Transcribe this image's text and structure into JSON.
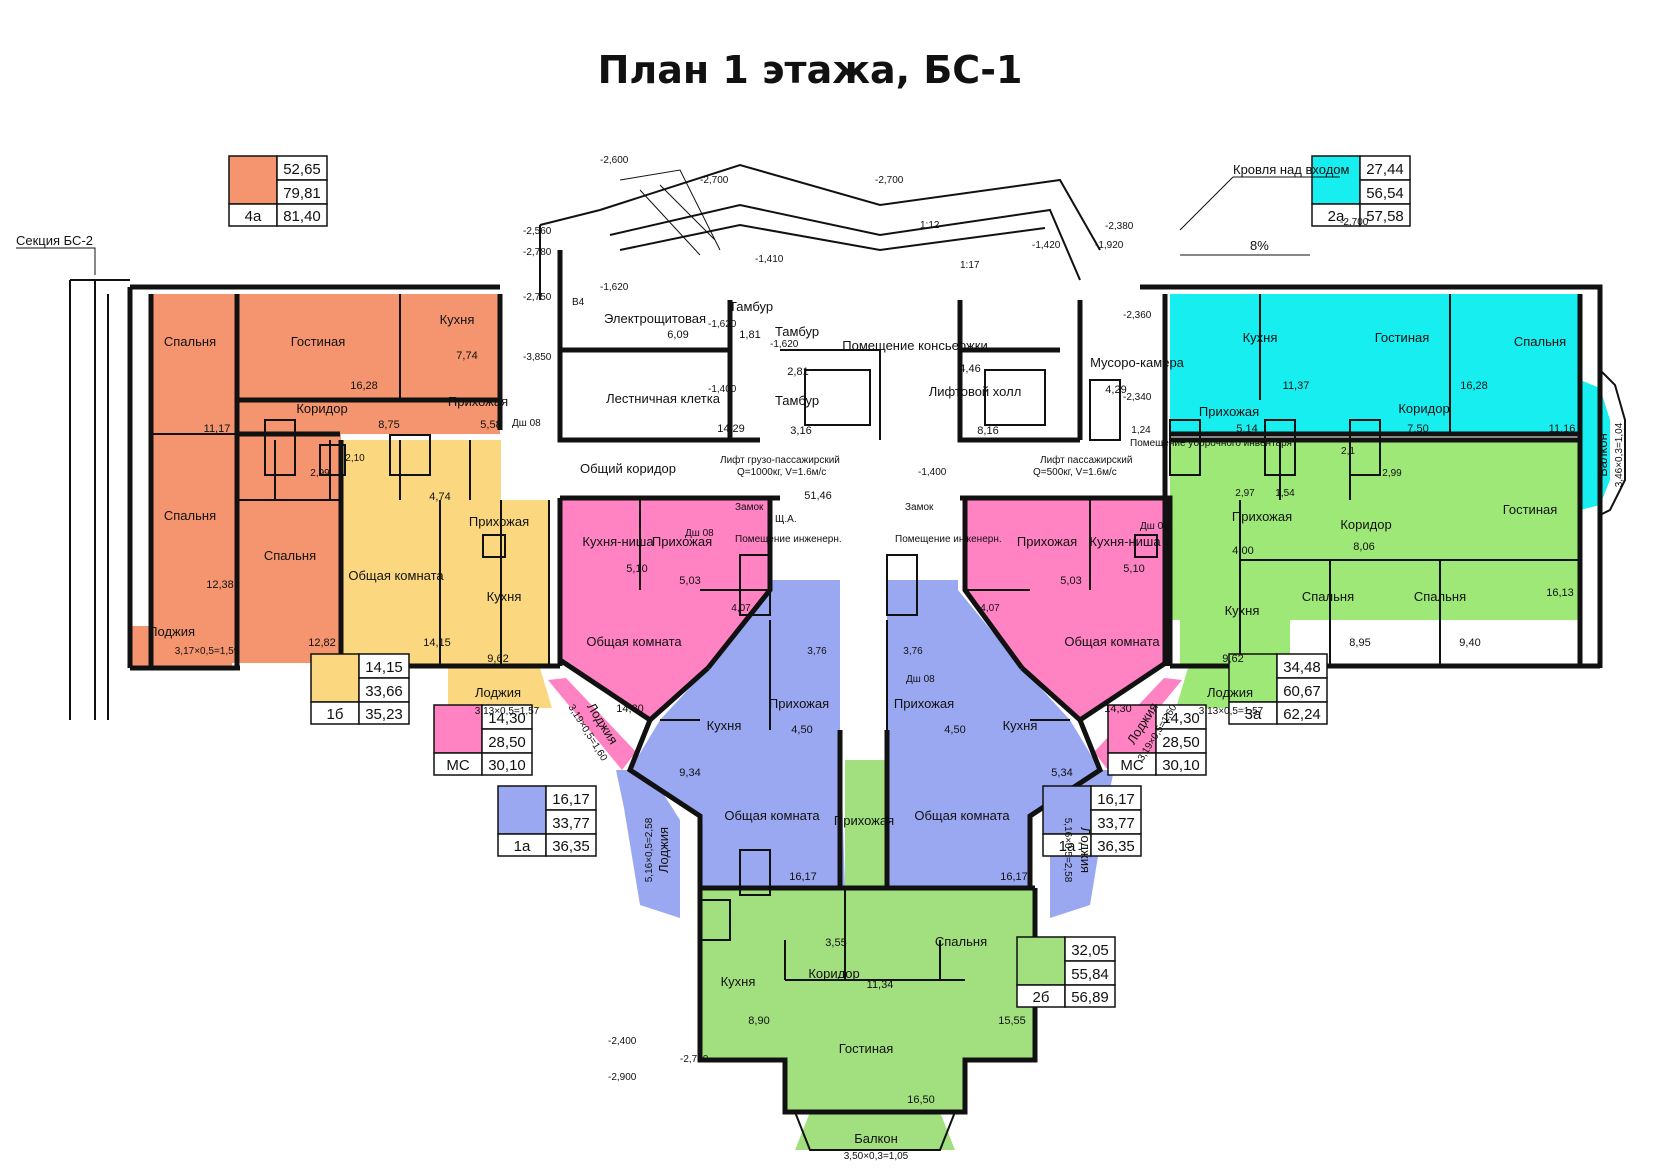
{
  "title": "План 1 этажа, БС-1",
  "colors": {
    "apt_4a": "#f4956f",
    "apt_1b": "#fbd87f",
    "apt_mc": "#ff82c3",
    "apt_1a": "#9aa8f2",
    "apt_2a": "#16eef0",
    "apt_3a": "#9de876",
    "apt_2b": "#a2df7e"
  },
  "legends": [
    {
      "id": "leg-4a",
      "code": "4а",
      "living": "52,65",
      "total": "79,81",
      "total_with_loggia": "81,40"
    },
    {
      "id": "leg-1b",
      "code": "1б",
      "living": "14,15",
      "total": "33,66",
      "total_with_loggia": "35,23"
    },
    {
      "id": "leg-mc-left",
      "code": "МС",
      "living": "14,30",
      "total": "28,50",
      "total_with_loggia": "30,10"
    },
    {
      "id": "leg-1a-left",
      "code": "1а",
      "living": "16,17",
      "total": "33,77",
      "total_with_loggia": "36,35"
    },
    {
      "id": "leg-2a",
      "code": "2а",
      "living": "27,44",
      "total": "56,54",
      "total_with_loggia": "57,58"
    },
    {
      "id": "leg-3a",
      "code": "3а",
      "living": "34,48",
      "total": "60,67",
      "total_with_loggia": "62,24"
    },
    {
      "id": "leg-mc-right",
      "code": "МС",
      "living": "14,30",
      "total": "28,50",
      "total_with_loggia": "30,10"
    },
    {
      "id": "leg-1a-right",
      "code": "1а",
      "living": "16,17",
      "total": "33,77",
      "total_with_loggia": "36,35"
    },
    {
      "id": "leg-2b",
      "code": "2б",
      "living": "32,05",
      "total": "55,84",
      "total_with_loggia": "56,89"
    }
  ],
  "rooms": [
    {
      "id": "r1",
      "name": "Спальня",
      "area": "11,17"
    },
    {
      "id": "r2",
      "name": "Гостиная",
      "area": "16,28"
    },
    {
      "id": "r3",
      "name": "Кухня",
      "area": "7,74"
    },
    {
      "id": "r4",
      "name": "Коридор",
      "area": "8,75"
    },
    {
      "id": "r5",
      "name": "Прихожая",
      "area": "5,58"
    },
    {
      "id": "r6",
      "name": "Спальня",
      "area": "12,38"
    },
    {
      "id": "r7",
      "name": "Спальня",
      "area": "12,82"
    },
    {
      "id": "r8",
      "name": "Общая комната",
      "area": "14,15"
    },
    {
      "id": "r9",
      "name": "Прихожая",
      "area": "4,74"
    },
    {
      "id": "r10",
      "name": "Кухня",
      "area": "9,62"
    },
    {
      "id": "r11",
      "name": "Кухня-ниша",
      "area": "5,10"
    },
    {
      "id": "r12",
      "name": "Прихожая",
      "area": "5,03"
    },
    {
      "id": "r13",
      "name": "Общая комната",
      "area": "14,30"
    },
    {
      "id": "r14",
      "name": "Кухня",
      "area": "9,34"
    },
    {
      "id": "r15",
      "name": "Прихожая",
      "area": "4,50"
    },
    {
      "id": "r16",
      "name": "Общая комната",
      "area": "16,17"
    },
    {
      "id": "r17",
      "name": "Кухня",
      "area": "11,37"
    },
    {
      "id": "r18",
      "name": "Гостиная",
      "area": "16,28"
    },
    {
      "id": "r19",
      "name": "Спальня",
      "area": "11,16"
    },
    {
      "id": "r20",
      "name": "Прихожая",
      "area": "5,14"
    },
    {
      "id": "r21",
      "name": "Коридор",
      "area": "7,50"
    },
    {
      "id": "r22",
      "name": "Гостиная",
      "area": "16,13"
    },
    {
      "id": "r23",
      "name": "Прихожая",
      "area": "4,00"
    },
    {
      "id": "r24",
      "name": "Коридор",
      "area": "8,06"
    },
    {
      "id": "r25",
      "name": "Кухня",
      "area": "9,62"
    },
    {
      "id": "r26",
      "name": "Спальня",
      "area": "8,95"
    },
    {
      "id": "r27",
      "name": "Спальня",
      "area": "9,40"
    },
    {
      "id": "r28",
      "name": "Кухня-ниша",
      "area": "5,10"
    },
    {
      "id": "r29",
      "name": "Прихожая",
      "area": "5,03"
    },
    {
      "id": "r30",
      "name": "Общая комната",
      "area": "14,30"
    },
    {
      "id": "r31",
      "name": "Прихожая",
      "area": "4,50"
    },
    {
      "id": "r32",
      "name": "Кухня",
      "area": "5,34"
    },
    {
      "id": "r33",
      "name": "Общая комната",
      "area": "16,17"
    },
    {
      "id": "r34",
      "name": "Прихожая",
      "area": "3,55"
    },
    {
      "id": "r35",
      "name": "Кухня",
      "area": "8,90"
    },
    {
      "id": "r36",
      "name": "Коридор",
      "area": "11,34"
    },
    {
      "id": "r37",
      "name": "Спальня",
      "area": "15,55"
    },
    {
      "id": "r38",
      "name": "Гостиная",
      "area": "16,50"
    }
  ],
  "common_rooms": [
    {
      "id": "c1",
      "name": "Электрощитовая",
      "area": "6,09"
    },
    {
      "id": "c2",
      "name": "Лестничная клетка",
      "area": "14,29"
    },
    {
      "id": "c3",
      "name": "Тамбур",
      "area": "1,81"
    },
    {
      "id": "c4",
      "name": "Тамбур",
      "area": "2,81"
    },
    {
      "id": "c5",
      "name": "Тамбур",
      "area": "3,16"
    },
    {
      "id": "c6",
      "name": "Помещение консьержки",
      "area": "4,46"
    },
    {
      "id": "c7",
      "name": "Лифтовой холл",
      "area": "8,16"
    },
    {
      "id": "c8",
      "name": "Мусоро-камера",
      "area": "4,29"
    },
    {
      "id": "c9",
      "name": "Общий коридор",
      "area": "51,46"
    }
  ],
  "loggias": [
    {
      "id": "l1",
      "name": "Лоджия",
      "dims": "3,17×0,5=1,59"
    },
    {
      "id": "l2",
      "name": "Лоджия",
      "dims": "3,13×0,5=1,57"
    },
    {
      "id": "l3",
      "name": "Лоджия",
      "dims": "3,19×0,5=1,60"
    },
    {
      "id": "l4",
      "name": "Лоджия",
      "dims": "5,16×0,5=2,58"
    },
    {
      "id": "l5",
      "name": "Лоджия",
      "dims": "3,13×0,5=1,57"
    },
    {
      "id": "l6",
      "name": "Лоджия",
      "dims": "3,19×0,5=1,60"
    },
    {
      "id": "l7",
      "name": "Лоджия",
      "dims": "5,16×0,5=2,58"
    },
    {
      "id": "l8",
      "name": "Балкон",
      "dims": "3,46×0,3=1,04"
    },
    {
      "id": "l9",
      "name": "Балкон",
      "dims": "3,50×0,3=1,05"
    }
  ],
  "bath_areas": [
    "2,99",
    "2,10",
    "4,07",
    "3,76",
    "2,1",
    "2,99",
    "2,97",
    "1,54",
    "4,07",
    "3,76",
    "1,24"
  ],
  "annotations": {
    "section_bs2": "Секция БС-2",
    "roof_over_entry": "Кровля над входом",
    "lift_cargo": "Лифт грузо-пассажирский",
    "lift_cargo_spec": "Q=1000кг, V=1.6м/с",
    "lift_pass": "Лифт пассажирский",
    "lift_pass_spec": "Q=500кг, V=1.6м/с",
    "cleaning": "Помещение уборочного инвентаря",
    "slope": "8%",
    "stair_1": "1:12",
    "stair_2": "1:17",
    "shelf": "Дш 08",
    "room_b4": "В4",
    "meter": "Помещение инженерн.",
    "apt_shield": "Щ.А.",
    "cab": "Замок"
  },
  "elevation_marks": [
    "-2,600",
    "-2,700",
    "-2,700",
    "-2,560",
    "-2,780",
    "-2,750",
    "-3,850",
    "-1,620",
    "-1,620",
    "-1,620",
    "-1,410",
    "-1,400",
    "-1,420",
    "-1,920",
    "-2,380",
    "-2,360",
    "-2,340",
    "-1,400",
    "-2,700",
    "-2,400",
    "-2,780",
    "-2,900"
  ]
}
